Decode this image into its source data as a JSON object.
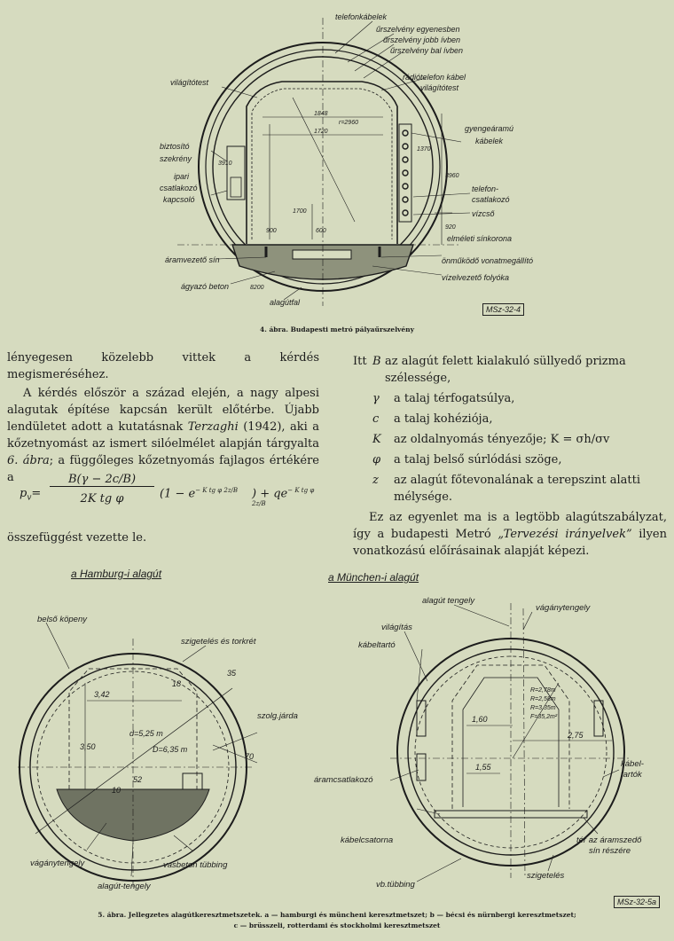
{
  "fig4": {
    "labels": {
      "telefonkabelek": "telefonkábelek",
      "egyenes": "űrszelvény egyenesben",
      "jobb": "űrszelvény jobb ívben",
      "bal": "űrszelvény bal ívben",
      "vilagitotest": "világítótest",
      "radio": "rádiótelefon kábel",
      "vilagitotest2": "világítótest",
      "biztosito1": "biztosító",
      "biztosito2": "szekrény",
      "ipari1": "ipari",
      "ipari2": "csatlakozó",
      "ipari3": "kapcsoló",
      "gyenge1": "gyengeáramú",
      "gyenge2": "kábelek",
      "telefon1": "telefon-",
      "telefon2": "csatlakozó",
      "vizcso": "vízcső",
      "sinkorona": "elméleti sínkorona",
      "aramvezeto": "áramvezető sín",
      "onmukodo": "önműködő vonatmegállító",
      "agyazo": "ágyazó beton",
      "vizelvezeto": "vízelvezető folyóka",
      "alagutfal": "alagútfal",
      "dim1848": "1848",
      "dim1720": "1720",
      "dim2960": "r=2960",
      "dim1700": "1700",
      "dim3960": "3960",
      "dim920": "920",
      "dim900": "900",
      "dim600": "600",
      "dim8200": "8200",
      "dim3910": "3910",
      "dim1370": "1370"
    },
    "tag": "MSz-32-4",
    "caption": "4. ábra. Budapesti metró pályaűrszelvény"
  },
  "left_col": {
    "p1": "lényegesen közelebb vittek a kérdés megismeréséhez.",
    "p2a": "A kérdés először a század elején, a nagy alpesi alagutak építése kapcsán került előtérbe. Újabb lendületet adott a kutatásnak ",
    "p2name": "Terzaghi",
    "p2b": " (1942), aki a kőzetnyomást az ismert silóelmélet alapján tárgyalta ",
    "p2fig": "6. ábra",
    "p2c": "; a függőleges kőzetnyomás fajlagos értékére a",
    "p3": "összefüggést vezette le."
  },
  "equation": {
    "lhs": "p",
    "lhs_sub": "v",
    "eq": "=",
    "num": "B(γ − 2c/B)",
    "den": "2K tg φ",
    "bracket": "(1 − e",
    "exp": "− K tg φ 2z/B",
    "tail": ") + qe",
    "exp2": "− K tg φ 2z/B"
  },
  "right_col": {
    "intro": "Itt",
    "defs": [
      {
        "sym": "B",
        "txt": "az alagút felett kialakuló süllyedő prizma szélessége,"
      },
      {
        "sym": "γ",
        "txt": "a talaj térfogatsúlya,"
      },
      {
        "sym": "c",
        "txt": "a talaj kohéziója,"
      },
      {
        "sym": "K",
        "txt": "az oldalnyomás tényezője; K = σh/σv"
      },
      {
        "sym": "φ",
        "txt": "a talaj belső súrlódási szöge,"
      },
      {
        "sym": "z",
        "txt": "az alagút főtevonalának a terepszint alatti mélysége."
      }
    ],
    "p_a": "Ez az egyenlet ma is a legtöbb alagútszabályzat, így a budapesti Metró ",
    "p_title": "„Tervezési irányelvek”",
    "p_b": " ilyen vonatkozású előírásainak alapját képezi."
  },
  "fig5": {
    "hamburg_title": "a Hamburg-i alagút",
    "munchen_title": "a München-i alagút",
    "h": {
      "belso": "belső köpeny",
      "szig": "szigetelés és torkrét",
      "szolg": "szolg.járda",
      "vagany": "vágánytengely",
      "vasbeton": "vasbeton tübbing",
      "alagut": "alagút-tengely",
      "d342": "3,42",
      "d350": "3,50",
      "d525": "d=5,25 m",
      "d635": "D=6,35 m",
      "d18": "18",
      "d35": "35",
      "d70": "70",
      "d52": "52",
      "d10": "10"
    },
    "m": {
      "alagut": "alagút tengely",
      "vagany": "vágánytengely",
      "vilagitas": "világítás",
      "kabeltarto": "kábeltartó",
      "aramcs": "áramcsatlakozó",
      "kabelcs": "kábelcsatorna",
      "vb": "vb.tübbing",
      "szig": "szigetelés",
      "kabel2a": "kábel-",
      "kabel2b": "tartók",
      "ter1": "tér az áramszedő",
      "ter2": "sín részére",
      "d160": "1,60",
      "d155": "1,55",
      "d275": "2,75",
      "r1": "R=2,78m",
      "r2": "R=2,58m",
      "r3": "R=3,35m",
      "r4": "F=35,2m²"
    },
    "tag": "MSz-32-5a",
    "caption1": "5. ábra. Jellegzetes alagútkeresztmetszetek. a — hamburgi és müncheni keresztmetszet; b — bécsi és nürnbergi keresztmetszet;",
    "caption2": "c — brüsszeli, rotterdami és stockholmi keresztmetszet"
  }
}
